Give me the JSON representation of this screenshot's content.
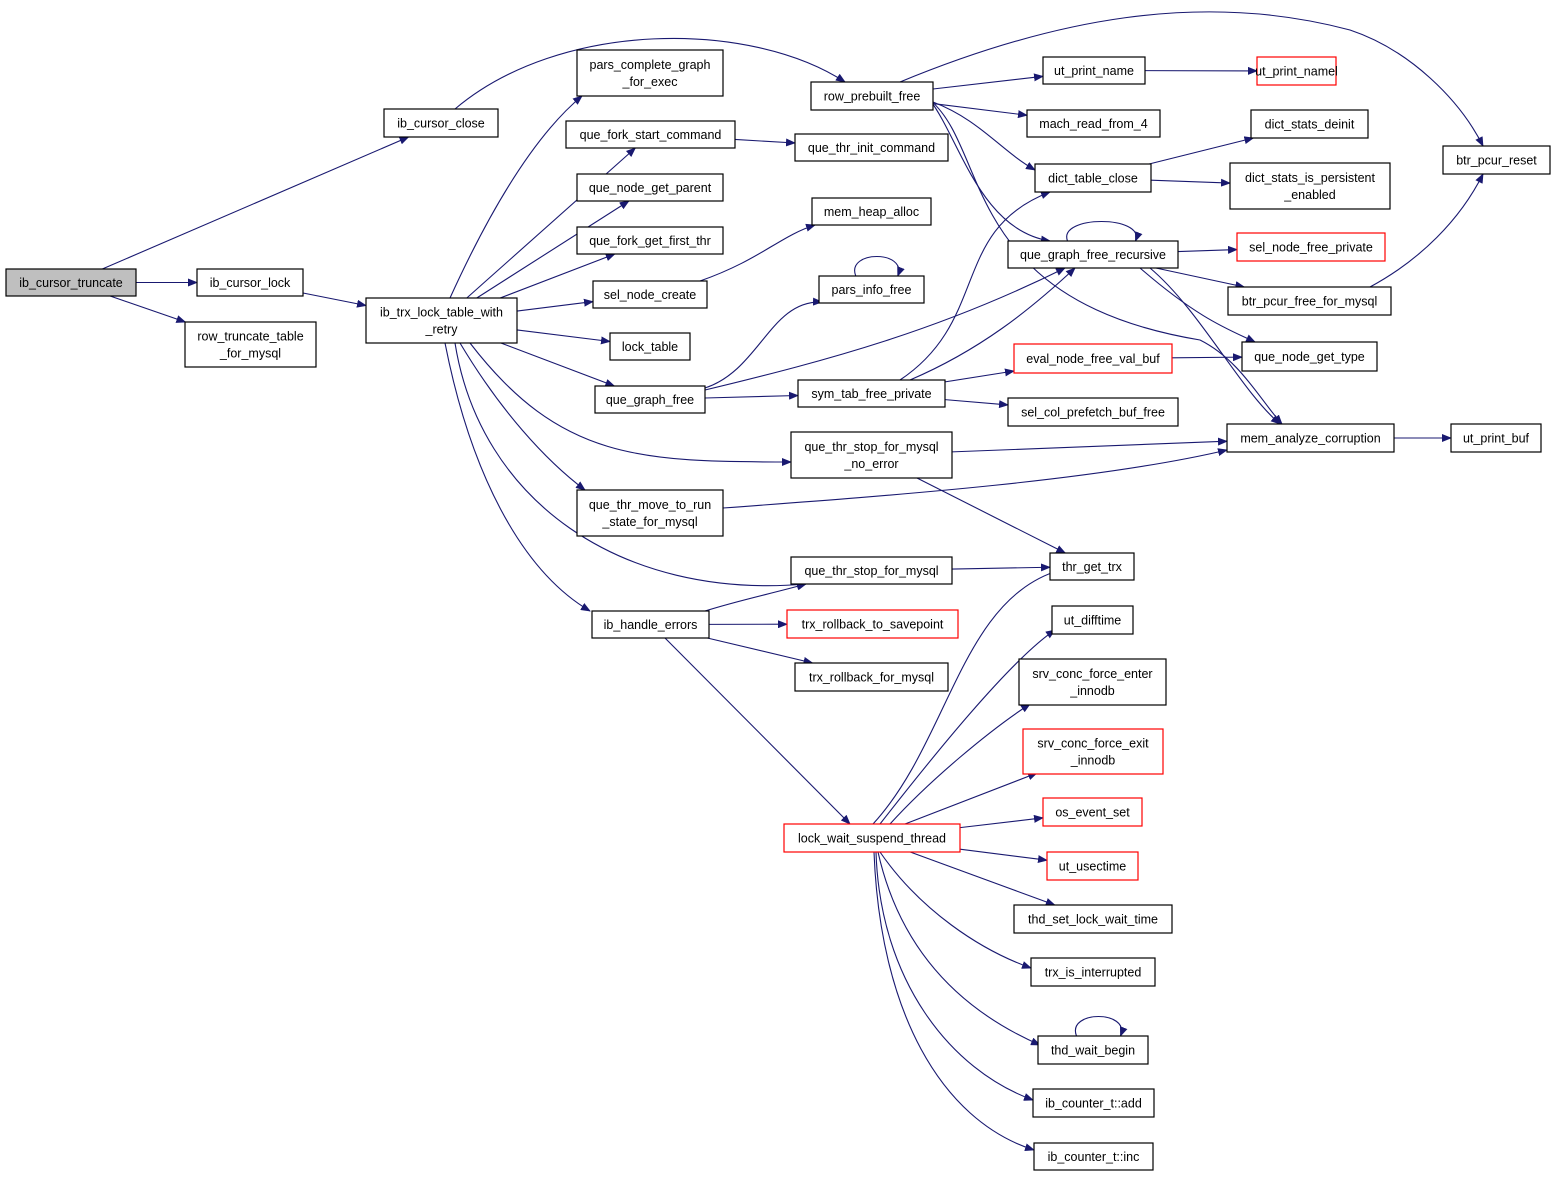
{
  "colors": {
    "edge": "#191970",
    "border_normal": "#000000",
    "border_truncated": "#ff0000",
    "fill_root": "#bfbfbf",
    "fill_normal": "#ffffff"
  },
  "nodes": {
    "n_cursor_truncate": {
      "lines": [
        "ib_cursor_truncate"
      ],
      "style": "root"
    },
    "n_cursor_lock": {
      "lines": [
        "ib_cursor_lock"
      ],
      "style": "normal"
    },
    "n_row_truncate": {
      "lines": [
        "row_truncate_table",
        "_for_mysql"
      ],
      "style": "normal"
    },
    "n_cursor_close": {
      "lines": [
        "ib_cursor_close"
      ],
      "style": "normal"
    },
    "n_trx_lock": {
      "lines": [
        "ib_trx_lock_table_with",
        "_retry"
      ],
      "style": "normal"
    },
    "n_pars_complete": {
      "lines": [
        "pars_complete_graph",
        "_for_exec"
      ],
      "style": "normal"
    },
    "n_que_fork_start": {
      "lines": [
        "que_fork_start_command"
      ],
      "style": "normal"
    },
    "n_que_node_parent": {
      "lines": [
        "que_node_get_parent"
      ],
      "style": "normal"
    },
    "n_que_fork_first": {
      "lines": [
        "que_fork_get_first_thr"
      ],
      "style": "normal"
    },
    "n_sel_node_create": {
      "lines": [
        "sel_node_create"
      ],
      "style": "normal"
    },
    "n_lock_table": {
      "lines": [
        "lock_table"
      ],
      "style": "normal"
    },
    "n_que_graph_free": {
      "lines": [
        "que_graph_free"
      ],
      "style": "normal"
    },
    "n_que_thr_move": {
      "lines": [
        "que_thr_move_to_run",
        "_state_for_mysql"
      ],
      "style": "normal"
    },
    "n_ib_handle_errors": {
      "lines": [
        "ib_handle_errors"
      ],
      "style": "normal"
    },
    "n_row_prebuilt_free": {
      "lines": [
        "row_prebuilt_free"
      ],
      "style": "normal"
    },
    "n_que_thr_init": {
      "lines": [
        "que_thr_init_command"
      ],
      "style": "normal"
    },
    "n_mem_heap_alloc": {
      "lines": [
        "mem_heap_alloc"
      ],
      "style": "normal"
    },
    "n_pars_info_free": {
      "lines": [
        "pars_info_free"
      ],
      "style": "normal"
    },
    "n_sym_tab_free": {
      "lines": [
        "sym_tab_free_private"
      ],
      "style": "normal"
    },
    "n_que_thr_stop_noerr": {
      "lines": [
        "que_thr_stop_for_mysql",
        "_no_error"
      ],
      "style": "normal"
    },
    "n_que_thr_stop": {
      "lines": [
        "que_thr_stop_for_mysql"
      ],
      "style": "normal"
    },
    "n_trx_rollback_sp": {
      "lines": [
        "trx_rollback_to_savepoint"
      ],
      "style": "truncated"
    },
    "n_trx_rollback_mysql": {
      "lines": [
        "trx_rollback_for_mysql"
      ],
      "style": "normal"
    },
    "n_lock_wait": {
      "lines": [
        "lock_wait_suspend_thread"
      ],
      "style": "truncated"
    },
    "n_ut_print_name": {
      "lines": [
        "ut_print_name"
      ],
      "style": "normal"
    },
    "n_mach_read": {
      "lines": [
        "mach_read_from_4"
      ],
      "style": "normal"
    },
    "n_dict_table_close": {
      "lines": [
        "dict_table_close"
      ],
      "style": "normal"
    },
    "n_que_graph_free_rec": {
      "lines": [
        "que_graph_free_recursive"
      ],
      "style": "normal"
    },
    "n_eval_node_free": {
      "lines": [
        "eval_node_free_val_buf"
      ],
      "style": "truncated"
    },
    "n_sel_col_prefetch": {
      "lines": [
        "sel_col_prefetch_buf_free"
      ],
      "style": "normal"
    },
    "n_thr_get_trx": {
      "lines": [
        "thr_get_trx"
      ],
      "style": "normal"
    },
    "n_ut_difftime": {
      "lines": [
        "ut_difftime"
      ],
      "style": "normal"
    },
    "n_srv_enter": {
      "lines": [
        "srv_conc_force_enter",
        "_innodb"
      ],
      "style": "normal"
    },
    "n_srv_exit": {
      "lines": [
        "srv_conc_force_exit",
        "_innodb"
      ],
      "style": "truncated"
    },
    "n_os_event_set": {
      "lines": [
        "os_event_set"
      ],
      "style": "truncated"
    },
    "n_ut_usectime": {
      "lines": [
        "ut_usectime"
      ],
      "style": "truncated"
    },
    "n_thd_set_lock": {
      "lines": [
        "thd_set_lock_wait_time"
      ],
      "style": "normal"
    },
    "n_trx_is_interrupted": {
      "lines": [
        "trx_is_interrupted"
      ],
      "style": "normal"
    },
    "n_thd_wait_begin": {
      "lines": [
        "thd_wait_begin"
      ],
      "style": "normal"
    },
    "n_counter_add": {
      "lines": [
        "ib_counter_t::add"
      ],
      "style": "normal"
    },
    "n_counter_inc": {
      "lines": [
        "ib_counter_t::inc"
      ],
      "style": "normal"
    },
    "n_ut_print_namel": {
      "lines": [
        "ut_print_namel"
      ],
      "style": "truncated"
    },
    "n_dict_stats_deinit": {
      "lines": [
        "dict_stats_deinit"
      ],
      "style": "normal"
    },
    "n_dict_stats_persist": {
      "lines": [
        "dict_stats_is_persistent",
        "_enabled"
      ],
      "style": "normal"
    },
    "n_sel_node_free": {
      "lines": [
        "sel_node_free_private"
      ],
      "style": "truncated"
    },
    "n_btr_pcur_free": {
      "lines": [
        "btr_pcur_free_for_mysql"
      ],
      "style": "normal"
    },
    "n_que_node_type": {
      "lines": [
        "que_node_get_type"
      ],
      "style": "normal"
    },
    "n_mem_analyze": {
      "lines": [
        "mem_analyze_corruption"
      ],
      "style": "normal"
    },
    "n_btr_pcur_reset": {
      "lines": [
        "btr_pcur_reset"
      ],
      "style": "normal"
    },
    "n_ut_print_buf": {
      "lines": [
        "ut_print_buf"
      ],
      "style": "normal"
    }
  },
  "edges": [
    [
      "n_cursor_truncate",
      "n_cursor_close"
    ],
    [
      "n_cursor_truncate",
      "n_cursor_lock"
    ],
    [
      "n_cursor_truncate",
      "n_row_truncate"
    ],
    [
      "n_cursor_close",
      "n_row_prebuilt_free"
    ],
    [
      "n_cursor_lock",
      "n_trx_lock"
    ],
    [
      "n_trx_lock",
      "n_pars_complete"
    ],
    [
      "n_trx_lock",
      "n_que_fork_start"
    ],
    [
      "n_trx_lock",
      "n_que_node_parent"
    ],
    [
      "n_trx_lock",
      "n_que_fork_first"
    ],
    [
      "n_trx_lock",
      "n_sel_node_create"
    ],
    [
      "n_trx_lock",
      "n_lock_table"
    ],
    [
      "n_trx_lock",
      "n_que_graph_free"
    ],
    [
      "n_trx_lock",
      "n_que_thr_stop_noerr"
    ],
    [
      "n_trx_lock",
      "n_que_thr_move"
    ],
    [
      "n_trx_lock",
      "n_que_thr_stop"
    ],
    [
      "n_trx_lock",
      "n_ib_handle_errors"
    ],
    [
      "n_que_fork_start",
      "n_que_thr_init"
    ],
    [
      "n_sel_node_create",
      "n_mem_heap_alloc"
    ],
    [
      "n_que_graph_free",
      "n_pars_info_free"
    ],
    [
      "n_que_graph_free",
      "n_sym_tab_free"
    ],
    [
      "n_que_graph_free",
      "n_que_graph_free_rec"
    ],
    [
      "n_pars_info_free",
      "n_pars_info_free"
    ],
    [
      "n_que_thr_move",
      "n_mem_analyze"
    ],
    [
      "n_que_thr_stop_noerr",
      "n_mem_analyze"
    ],
    [
      "n_que_thr_stop_noerr",
      "n_thr_get_trx"
    ],
    [
      "n_que_thr_stop",
      "n_thr_get_trx"
    ],
    [
      "n_ib_handle_errors",
      "n_que_thr_stop"
    ],
    [
      "n_ib_handle_errors",
      "n_trx_rollback_sp"
    ],
    [
      "n_ib_handle_errors",
      "n_trx_rollback_mysql"
    ],
    [
      "n_ib_handle_errors",
      "n_lock_wait"
    ],
    [
      "n_row_prebuilt_free",
      "n_ut_print_name"
    ],
    [
      "n_row_prebuilt_free",
      "n_mach_read"
    ],
    [
      "n_row_prebuilt_free",
      "n_dict_table_close"
    ],
    [
      "n_row_prebuilt_free",
      "n_que_graph_free_rec"
    ],
    [
      "n_row_prebuilt_free",
      "n_btr_pcur_reset"
    ],
    [
      "n_row_prebuilt_free",
      "n_mem_analyze"
    ],
    [
      "n_ut_print_name",
      "n_ut_print_namel"
    ],
    [
      "n_dict_table_close",
      "n_dict_stats_deinit"
    ],
    [
      "n_dict_table_close",
      "n_dict_stats_persist"
    ],
    [
      "n_sym_tab_free",
      "n_dict_table_close"
    ],
    [
      "n_sym_tab_free",
      "n_que_graph_free_rec"
    ],
    [
      "n_sym_tab_free",
      "n_eval_node_free"
    ],
    [
      "n_sym_tab_free",
      "n_sel_col_prefetch"
    ],
    [
      "n_que_graph_free_rec",
      "n_que_graph_free_rec"
    ],
    [
      "n_que_graph_free_rec",
      "n_sel_node_free"
    ],
    [
      "n_que_graph_free_rec",
      "n_btr_pcur_free"
    ],
    [
      "n_que_graph_free_rec",
      "n_que_node_type"
    ],
    [
      "n_que_graph_free_rec",
      "n_mem_analyze"
    ],
    [
      "n_eval_node_free",
      "n_que_node_type"
    ],
    [
      "n_btr_pcur_free",
      "n_btr_pcur_reset"
    ],
    [
      "n_mem_analyze",
      "n_ut_print_buf"
    ],
    [
      "n_lock_wait",
      "n_thr_get_trx"
    ],
    [
      "n_lock_wait",
      "n_ut_difftime"
    ],
    [
      "n_lock_wait",
      "n_srv_enter"
    ],
    [
      "n_lock_wait",
      "n_srv_exit"
    ],
    [
      "n_lock_wait",
      "n_os_event_set"
    ],
    [
      "n_lock_wait",
      "n_ut_usectime"
    ],
    [
      "n_lock_wait",
      "n_thd_set_lock"
    ],
    [
      "n_lock_wait",
      "n_trx_is_interrupted"
    ],
    [
      "n_lock_wait",
      "n_thd_wait_begin"
    ],
    [
      "n_lock_wait",
      "n_counter_add"
    ],
    [
      "n_lock_wait",
      "n_counter_inc"
    ],
    [
      "n_thd_wait_begin",
      "n_thd_wait_begin"
    ]
  ]
}
